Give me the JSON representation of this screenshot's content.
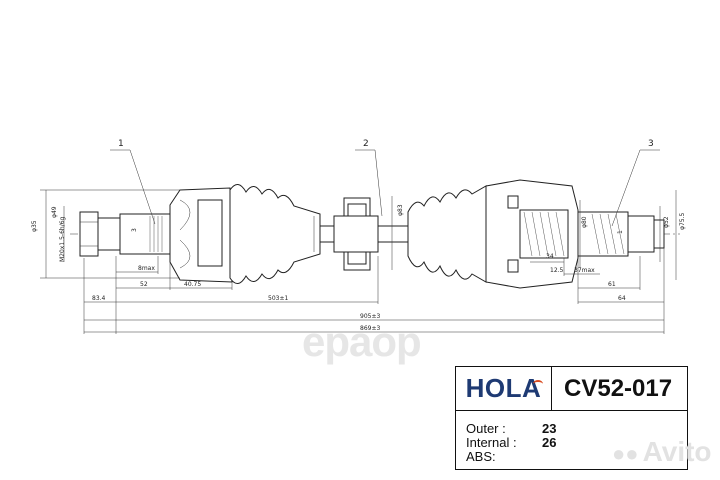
{
  "callouts": [
    "1",
    "2",
    "3"
  ],
  "dimensions": {
    "thread": "M20x1.5-6h/6g",
    "d_outer_left": "φ35",
    "d_left_hub": "φ49",
    "ring_a": "3",
    "d_mid": "φ83",
    "d_right_hub": "φ80",
    "ring_b": "1",
    "d_right_flange": "φ52",
    "d_right_outer": "φ75.5",
    "len_8max": "8max",
    "len_52": "52",
    "len_40_75": "40.75",
    "len_83_4": "83.4",
    "len_503": "503±1",
    "len_905": "905±3",
    "len_869": "869±3",
    "len_34": "34",
    "len_12_5": "12.5",
    "len_37max": "37max",
    "len_61": "61",
    "len_64": "64"
  },
  "watermark": "ераор",
  "avito": "Avito",
  "infobox": {
    "brand": "HOLA",
    "part_number": "CV52-017",
    "outer_label": "Outer :",
    "outer_value": "23",
    "internal_label": "Internal :",
    "internal_value": "26",
    "abs_label": "ABS:",
    "abs_value": ""
  },
  "colors": {
    "brand": "#1e3a73",
    "brand_accent": "#d94a1e",
    "line": "#222222"
  }
}
